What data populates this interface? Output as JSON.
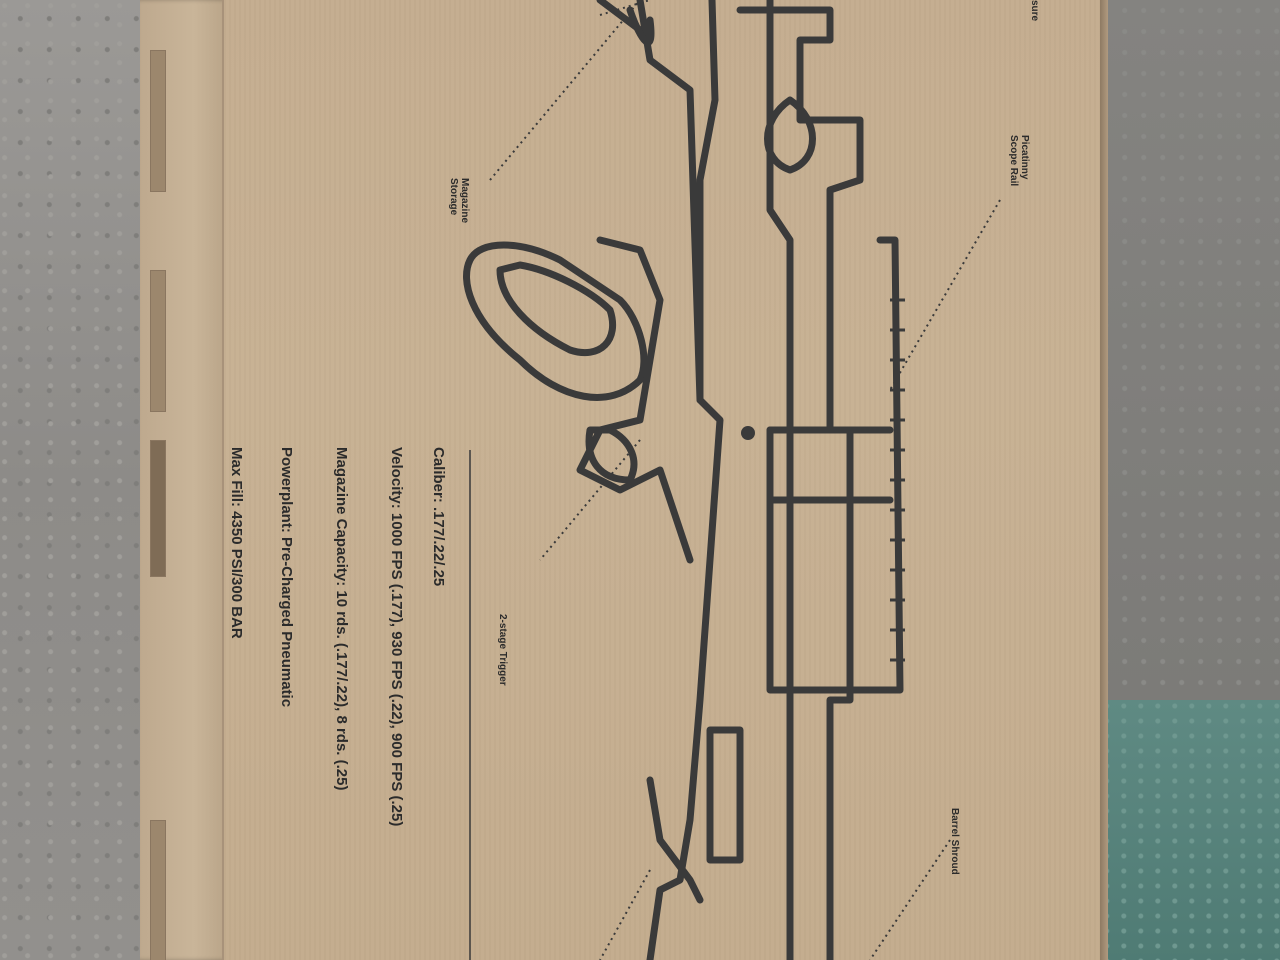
{
  "specs": {
    "caliber": "Caliber: .177/.22/.25",
    "velocity": "Velocity: 1000 FPS (.177), 930 FPS (.22), 900 FPS (.25)",
    "magazine_capacity": "Magazine Capacity: 10 rds. (.177/.22), 8 rds. (.25)",
    "powerplant": "Powerplant: Pre-Charged Pneumatic",
    "max_fill": "Max Fill: 4350 PSI/300 BAR"
  },
  "callouts": {
    "pressure_partial": "sure",
    "picatinny_line1": "Picatinny",
    "picatinny_line2": "Scope Rail",
    "magazine_line1": "Magazine",
    "magazine_line2": "Storage",
    "trigger": "2-stage Trigger",
    "barrel_shroud": "Barrel Shroud"
  },
  "colors": {
    "cardboard": "#c4ad8f",
    "ink": "#3a3a3a"
  }
}
